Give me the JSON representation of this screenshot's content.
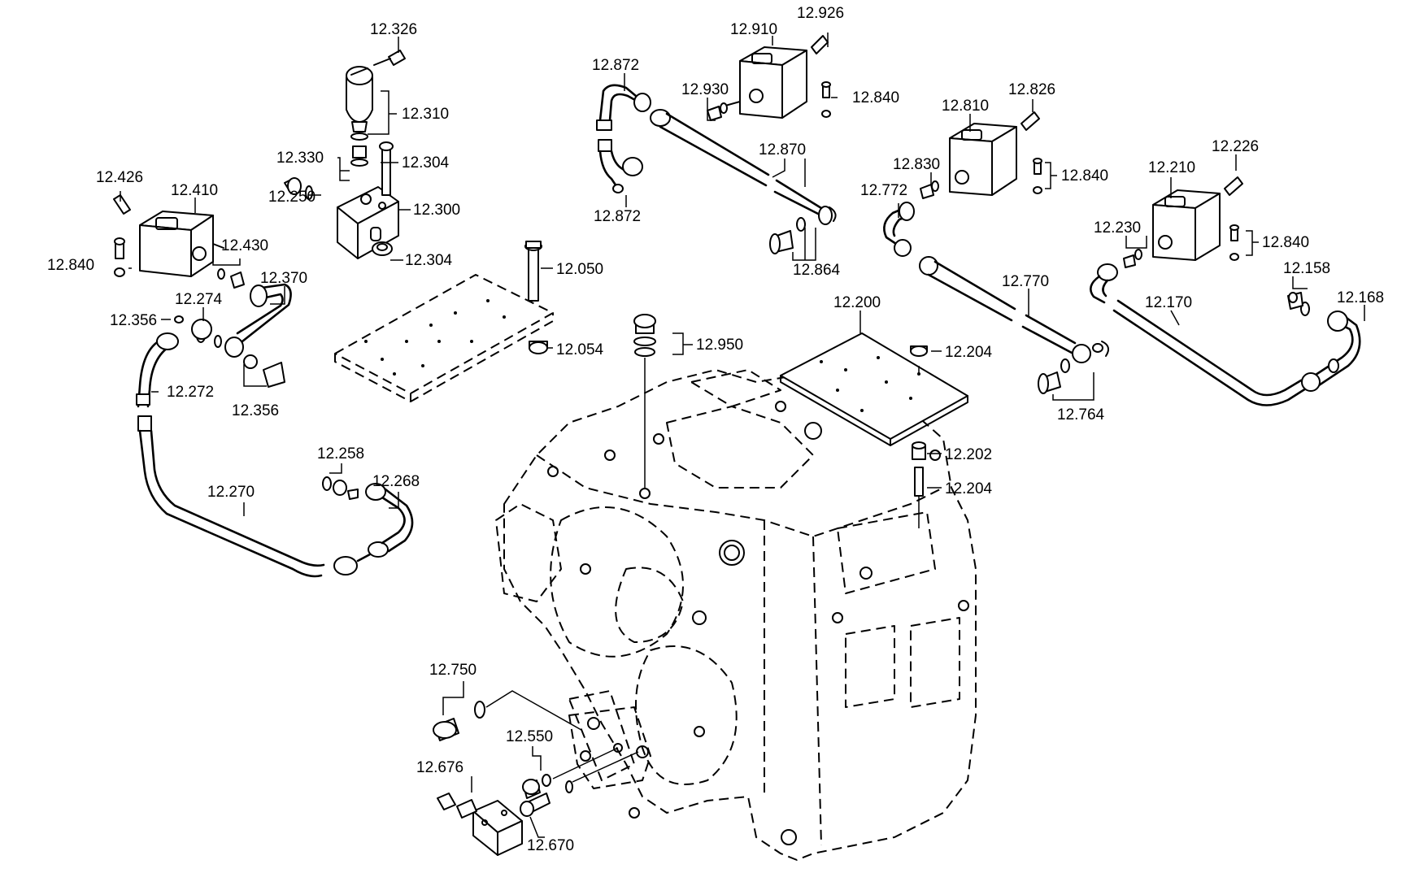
{
  "labels": {
    "l12326": "12.326",
    "l12310": "12.310",
    "l12330": "12.330",
    "l12304a": "12.304",
    "l12250": "12.250",
    "l12300": "12.300",
    "l12304b": "12.304",
    "l12426": "12.426",
    "l12410": "12.410",
    "l12430": "12.430",
    "l12840a": "12.840",
    "l12370": "12.370",
    "l12274": "12.274",
    "l12356a": "12.356",
    "l12272": "12.272",
    "l12356b": "12.356",
    "l12258": "12.258",
    "l12268": "12.268",
    "l12270": "12.270",
    "l12050": "12.050",
    "l12054": "12.054",
    "l12872a": "12.872",
    "l12910": "12.910",
    "l12926": "12.926",
    "l12930": "12.930",
    "l12840b": "12.840",
    "l12870": "12.870",
    "l12872b": "12.872",
    "l12864": "12.864",
    "l12950": "12.950",
    "l12810": "12.810",
    "l12826": "12.826",
    "l12830": "12.830",
    "l12840c": "12.840",
    "l12772": "12.772",
    "l12770": "12.770",
    "l12764": "12.764",
    "l12200": "12.200",
    "l12204a": "12.204",
    "l12202": "12.202",
    "l12204b": "12.204",
    "l12226": "12.226",
    "l12210": "12.210",
    "l12230": "12.230",
    "l12840d": "12.840",
    "l12158": "12.158",
    "l12168": "12.168",
    "l12170": "12.170",
    "l12750": "12.750",
    "l12550": "12.550",
    "l12676": "12.676",
    "l12670": "12.670"
  }
}
